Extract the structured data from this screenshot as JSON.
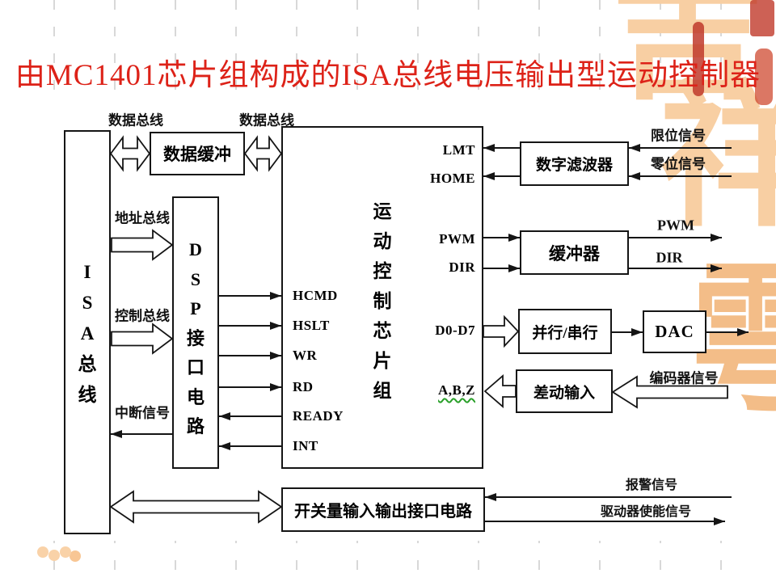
{
  "title": "由MC1401芯片组构成的ISA总线电压输出型运动控制器",
  "colors": {
    "title_red": "#dd2218",
    "watermark_peach": "#f8cfa3",
    "squiggle_green": "#2aa02a",
    "line_black": "#151515"
  },
  "watermark": {
    "top_char": "吉",
    "mid_char": "祥",
    "bottom_char": "雩"
  },
  "blocks": {
    "isa_bus": {
      "chars": [
        "I",
        "S",
        "A",
        "总",
        "线"
      ]
    },
    "data_buffer": {
      "label": "数据缓冲"
    },
    "dsp_interface": {
      "chars": [
        "D",
        "S",
        "P",
        "接",
        "口",
        "电",
        "路"
      ]
    },
    "motion_chipset": {
      "chars": [
        "运",
        "动",
        "控",
        "制",
        "芯",
        "片",
        "组"
      ],
      "left_pins": [
        "HCMD",
        "HSLT",
        "WR",
        "RD",
        "READY",
        "INT"
      ],
      "right_pins": [
        "LMT",
        "HOME",
        "PWM",
        "DIR",
        "D0-D7",
        "A,B,Z"
      ]
    },
    "digital_filter": {
      "label": "数字滤波器"
    },
    "buffer": {
      "label": "缓冲器"
    },
    "parallel_serial": {
      "label": "并行/串行"
    },
    "dac": {
      "label": "DAC"
    },
    "differential_input": {
      "label": "差动输入"
    },
    "switch_io": {
      "label": "开关量输入输出接口电路"
    }
  },
  "labels": {
    "data_bus_left": "数据总线",
    "data_bus_right": "数据总线",
    "address_bus": "地址总线",
    "control_bus": "控制总线",
    "interrupt": "中断信号",
    "limit_signal": "限位信号",
    "zero_signal": "零位信号",
    "pwm_out": "PWM",
    "dir_out": "DIR",
    "encoder_signal": "编码器信号",
    "alarm_signal": "报警信号",
    "drive_enable_signal": "驱动器使能信号"
  }
}
